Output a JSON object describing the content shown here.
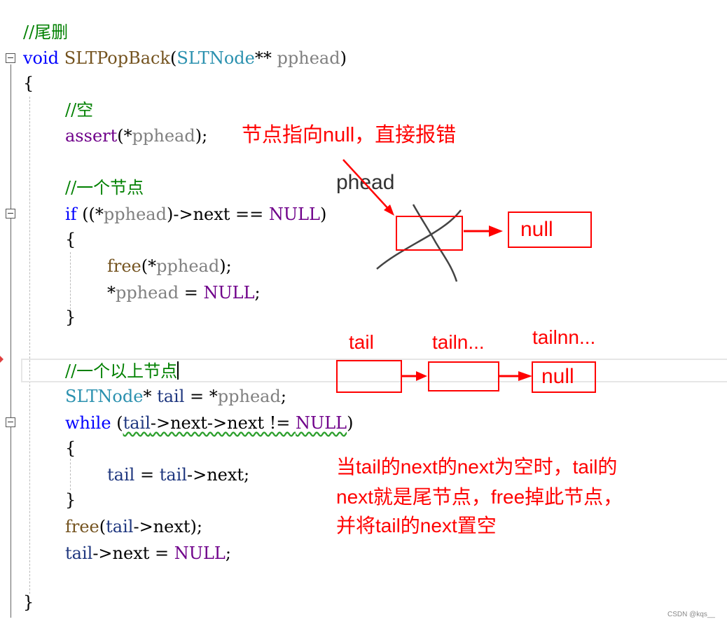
{
  "code": {
    "l1": {
      "comment": "//尾删"
    },
    "l2": {
      "kw_void": "void",
      "fn_name": "SLTPopBack",
      "open": "(",
      "type": "SLTNode",
      "stars": "**",
      "param": "pphead",
      "close": ")"
    },
    "l3": {
      "brace": "{"
    },
    "l4": {
      "comment": "//空"
    },
    "l5": {
      "fn": "assert",
      "open": "(*",
      "var": "pphead",
      "close": ");"
    },
    "l6": {
      "comment": "//一个节点"
    },
    "l7": {
      "kw": "if",
      "p1": " ((*",
      "var": "pphead",
      "p2": ")->next == ",
      "mac": "NULL",
      "p3": ")"
    },
    "l8": {
      "brace": "{"
    },
    "l9": {
      "fn": "free",
      "open": "(*",
      "var": "pphead",
      "close": ");"
    },
    "l10": {
      "star": "*",
      "var": "pphead",
      "eq": " = ",
      "mac": "NULL",
      "semi": ";"
    },
    "l11": {
      "brace": "}"
    },
    "l12": {
      "comment": "//一个以上节点"
    },
    "l13": {
      "type": "SLTNode",
      "star": "* ",
      "var1": "tail",
      "eq": " = *",
      "var2": "pphead",
      "semi": ";"
    },
    "l14": {
      "kw": "while",
      "sp": " (",
      "var": "tail",
      "p1": "->next->next != ",
      "mac": "NULL",
      "p2": ")"
    },
    "l15": {
      "brace": "{"
    },
    "l16": {
      "var1": "tail",
      "eq": " = ",
      "var2": "tail",
      "rest": "->next;"
    },
    "l17": {
      "brace": "}"
    },
    "l18": {
      "fn": "free",
      "open": "(",
      "var": "tail",
      "rest": "->next);"
    },
    "l19": {
      "var": "tail",
      "rest": "->next = ",
      "mac": "NULL",
      "semi": ";"
    },
    "l20": {
      "brace": "}"
    }
  },
  "annotations": {
    "assert_note": "节点指向null，直接报错",
    "phead_label": "phead",
    "null1": "null",
    "tail_label": "tail",
    "tailn_label": "tailn...",
    "tailnn_label": "tailnn...",
    "null2": "null",
    "explain": [
      "当tail的next的next为空时，tail的",
      "next就是尾节点，free掉此节点，",
      "并将tail的next置空"
    ]
  },
  "watermark": "CSDN @kqs__",
  "colors": {
    "annotation": "#ff0000",
    "keyword": "#0000ff",
    "type": "#2b91af",
    "comment": "#008000",
    "macro": "#6f008a",
    "function": "#74531f",
    "variable": "#1f377f"
  }
}
